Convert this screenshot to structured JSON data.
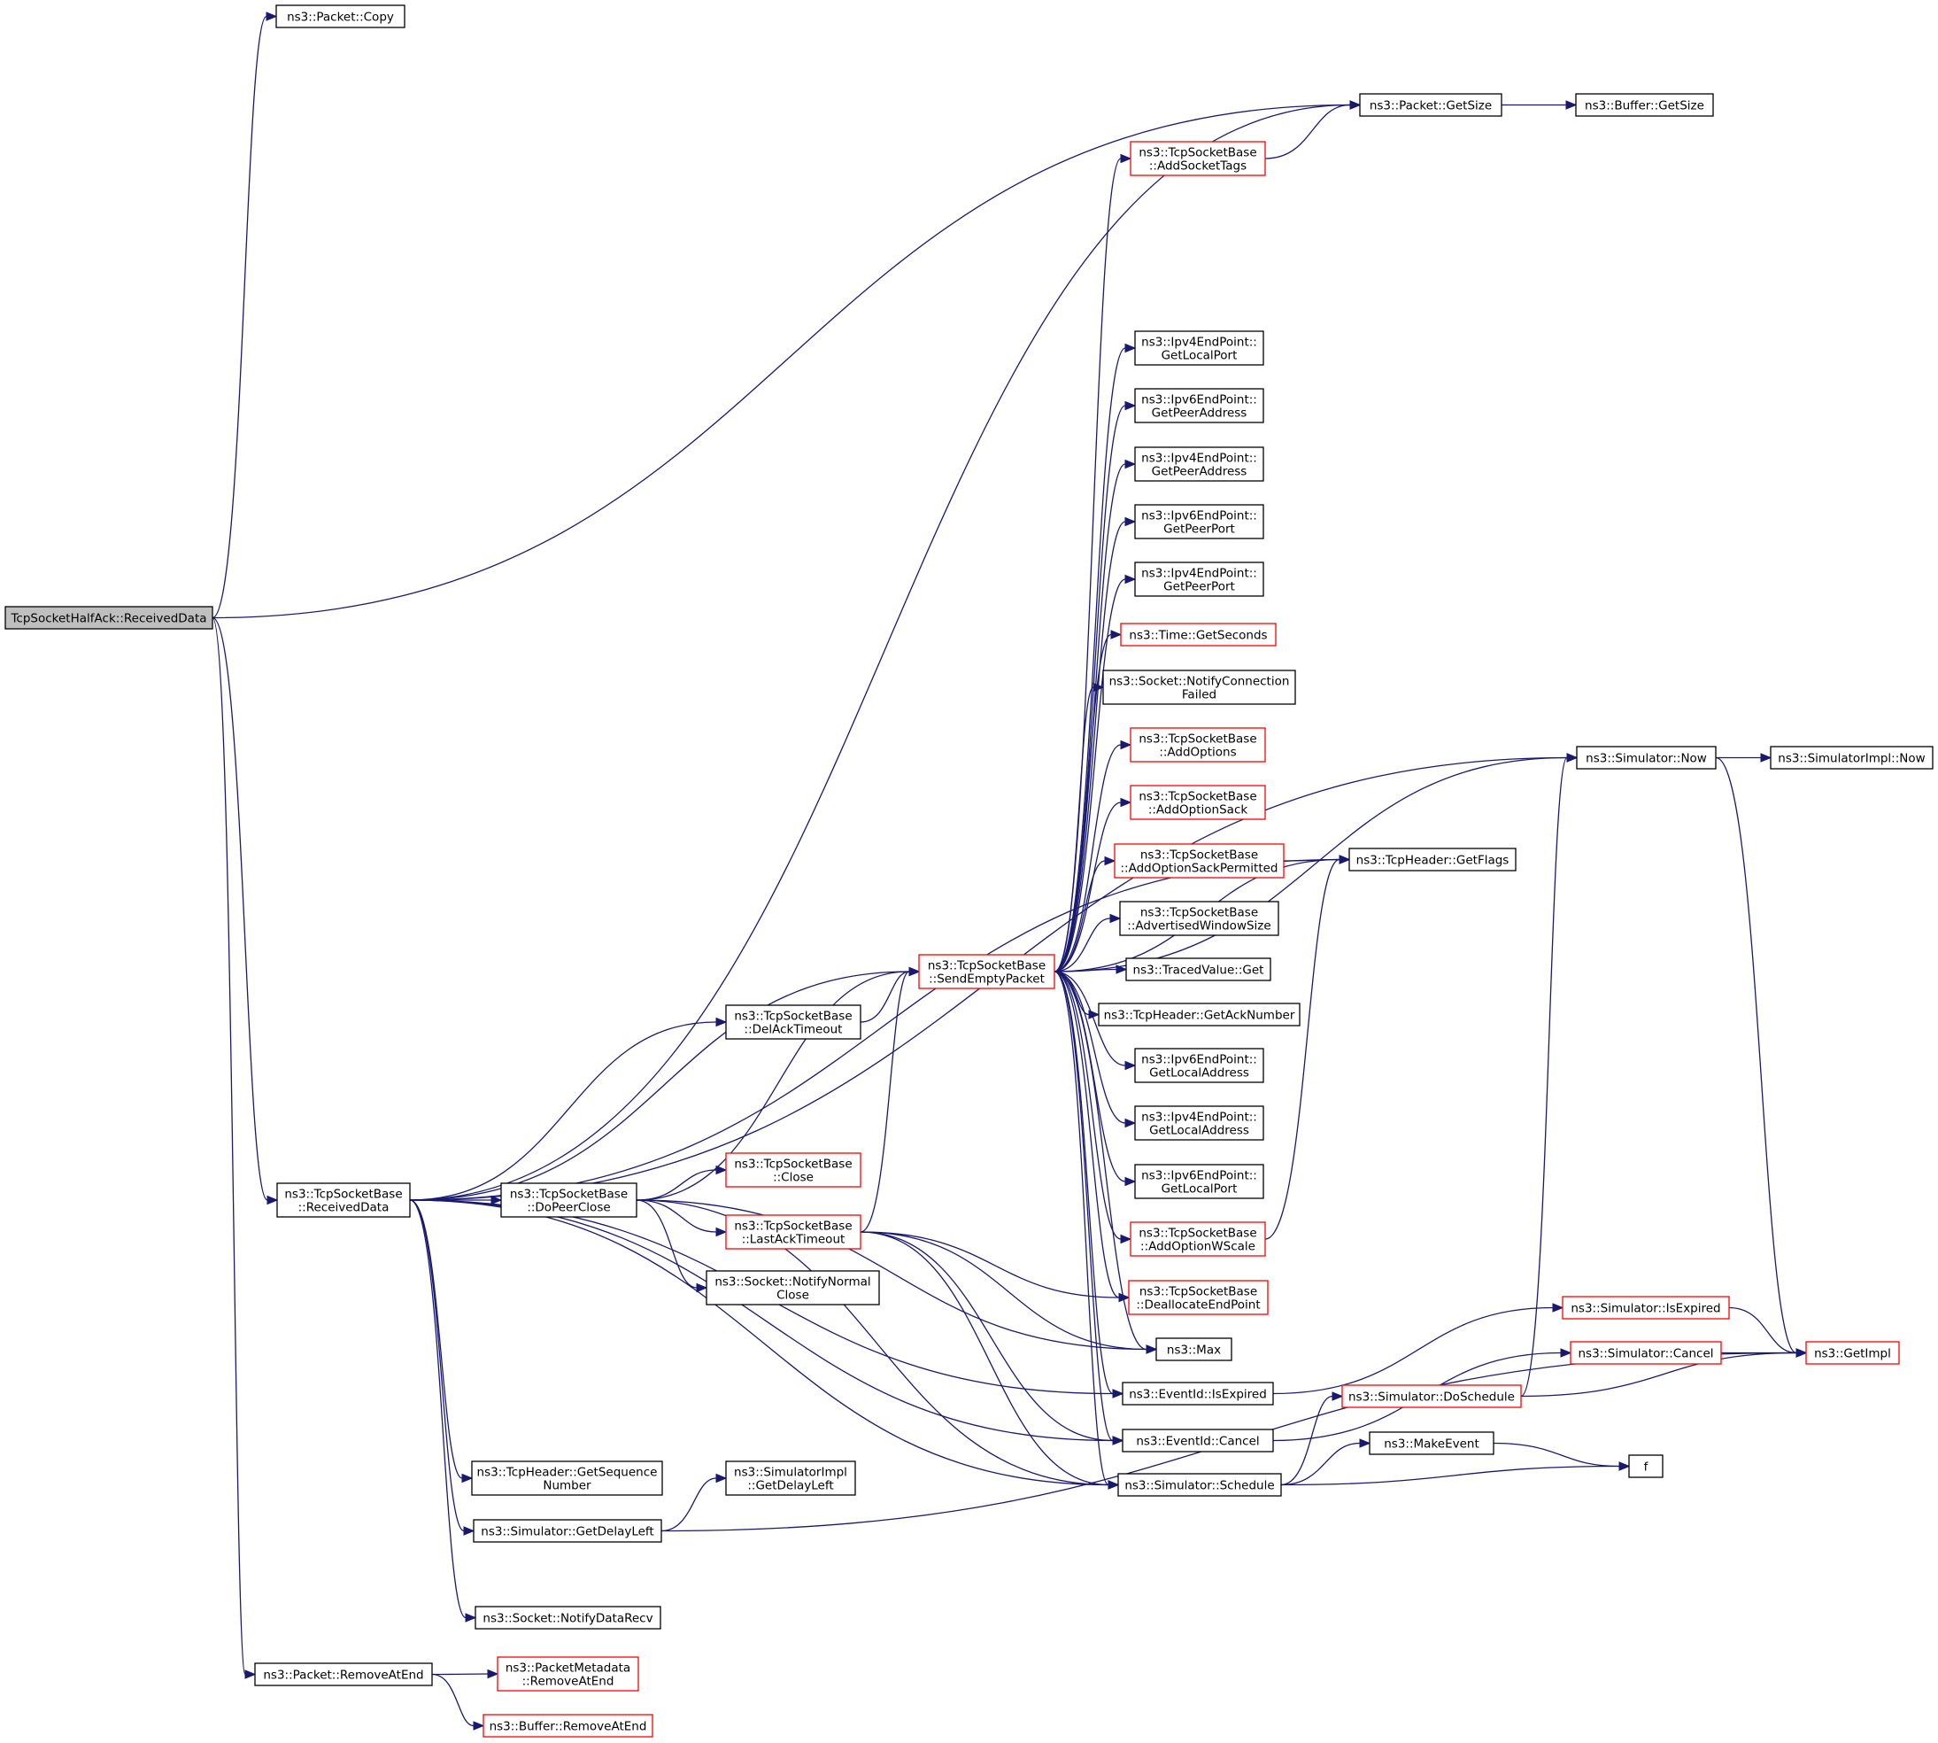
{
  "diagram": {
    "type": "call-graph",
    "colors": {
      "edge": "#191970",
      "root_fill": "#bfbfbf",
      "node_border_normal": "#000000",
      "node_border_truncated": "#ff0000",
      "node_fill": "#ffffff"
    },
    "nodes": [
      {
        "id": "root",
        "lines": [
          "TcpSocketHalfAck::ReceivedData"
        ],
        "style": "root"
      },
      {
        "id": "pkt_copy",
        "lines": [
          "ns3::Packet::Copy"
        ],
        "style": "normal"
      },
      {
        "id": "pkt_getsize",
        "lines": [
          "ns3::Packet::GetSize"
        ],
        "style": "normal"
      },
      {
        "id": "buf_getsize",
        "lines": [
          "ns3::Buffer::GetSize"
        ],
        "style": "normal"
      },
      {
        "id": "addsockettags",
        "lines": [
          "ns3::TcpSocketBase",
          "::AddSocketTags"
        ],
        "style": "red"
      },
      {
        "id": "ipv4_getlocalport",
        "lines": [
          "ns3::Ipv4EndPoint::",
          "GetLocalPort"
        ],
        "style": "normal"
      },
      {
        "id": "ipv6_getpeeraddress",
        "lines": [
          "ns3::Ipv6EndPoint::",
          "GetPeerAddress"
        ],
        "style": "normal"
      },
      {
        "id": "ipv4_getpeeraddress",
        "lines": [
          "ns3::Ipv4EndPoint::",
          "GetPeerAddress"
        ],
        "style": "normal"
      },
      {
        "id": "ipv6_getpeerport",
        "lines": [
          "ns3::Ipv6EndPoint::",
          "GetPeerPort"
        ],
        "style": "normal"
      },
      {
        "id": "ipv4_getpeerport",
        "lines": [
          "ns3::Ipv4EndPoint::",
          "GetPeerPort"
        ],
        "style": "normal"
      },
      {
        "id": "time_getseconds",
        "lines": [
          "ns3::Time::GetSeconds"
        ],
        "style": "red"
      },
      {
        "id": "notifyconnfailed",
        "lines": [
          "ns3::Socket::NotifyConnection",
          "Failed"
        ],
        "style": "normal"
      },
      {
        "id": "addoptions",
        "lines": [
          "ns3::TcpSocketBase",
          "::AddOptions"
        ],
        "style": "red"
      },
      {
        "id": "addoptionsack",
        "lines": [
          "ns3::TcpSocketBase",
          "::AddOptionSack"
        ],
        "style": "red"
      },
      {
        "id": "addoptionsackperm",
        "lines": [
          "ns3::TcpSocketBase",
          "::AddOptionSackPermitted"
        ],
        "style": "red"
      },
      {
        "id": "advwindowsize",
        "lines": [
          "ns3::TcpSocketBase",
          "::AdvertisedWindowSize"
        ],
        "style": "normal"
      },
      {
        "id": "sendemptypacket",
        "lines": [
          "ns3::TcpSocketBase",
          "::SendEmptyPacket"
        ],
        "style": "red"
      },
      {
        "id": "tracedvalue_get",
        "lines": [
          "ns3::TracedValue::Get"
        ],
        "style": "normal"
      },
      {
        "id": "getacknumber",
        "lines": [
          "ns3::TcpHeader::GetAckNumber"
        ],
        "style": "normal"
      },
      {
        "id": "ipv6_getlocaladdress",
        "lines": [
          "ns3::Ipv6EndPoint::",
          "GetLocalAddress"
        ],
        "style": "normal"
      },
      {
        "id": "ipv4_getlocaladdress",
        "lines": [
          "ns3::Ipv4EndPoint::",
          "GetLocalAddress"
        ],
        "style": "normal"
      },
      {
        "id": "ipv6_getlocalport",
        "lines": [
          "ns3::Ipv6EndPoint::",
          "GetLocalPort"
        ],
        "style": "normal"
      },
      {
        "id": "addoptionwscale",
        "lines": [
          "ns3::TcpSocketBase",
          "::AddOptionWScale"
        ],
        "style": "red"
      },
      {
        "id": "deallocateendpoint",
        "lines": [
          "ns3::TcpSocketBase",
          "::DeallocateEndPoint"
        ],
        "style": "red"
      },
      {
        "id": "max",
        "lines": [
          "ns3::Max"
        ],
        "style": "normal"
      },
      {
        "id": "eventid_isexpired",
        "lines": [
          "ns3::EventId::IsExpired"
        ],
        "style": "normal"
      },
      {
        "id": "eventid_cancel",
        "lines": [
          "ns3::EventId::Cancel"
        ],
        "style": "normal"
      },
      {
        "id": "sim_schedule",
        "lines": [
          "ns3::Simulator::Schedule"
        ],
        "style": "normal"
      },
      {
        "id": "sim_now",
        "lines": [
          "ns3::Simulator::Now"
        ],
        "style": "normal"
      },
      {
        "id": "simimpl_now",
        "lines": [
          "ns3::SimulatorImpl::Now"
        ],
        "style": "normal"
      },
      {
        "id": "getflags",
        "lines": [
          "ns3::TcpHeader::GetFlags"
        ],
        "style": "normal"
      },
      {
        "id": "sim_isexpired",
        "lines": [
          "ns3::Simulator::IsExpired"
        ],
        "style": "red"
      },
      {
        "id": "sim_cancel",
        "lines": [
          "ns3::Simulator::Cancel"
        ],
        "style": "red"
      },
      {
        "id": "getimpl",
        "lines": [
          "ns3::GetImpl"
        ],
        "style": "red"
      },
      {
        "id": "sim_doschedule",
        "lines": [
          "ns3::Simulator::DoSchedule"
        ],
        "style": "red"
      },
      {
        "id": "makeevent",
        "lines": [
          "ns3::MakeEvent"
        ],
        "style": "normal"
      },
      {
        "id": "f",
        "lines": [
          "f"
        ],
        "style": "normal"
      },
      {
        "id": "receiveddata",
        "lines": [
          "ns3::TcpSocketBase",
          "::ReceivedData"
        ],
        "style": "normal"
      },
      {
        "id": "delacktimeout",
        "lines": [
          "ns3::TcpSocketBase",
          "::DelAckTimeout"
        ],
        "style": "normal"
      },
      {
        "id": "dopeerclose",
        "lines": [
          "ns3::TcpSocketBase",
          "::DoPeerClose"
        ],
        "style": "normal"
      },
      {
        "id": "close",
        "lines": [
          "ns3::TcpSocketBase",
          "::Close"
        ],
        "style": "red"
      },
      {
        "id": "lastacktimeout",
        "lines": [
          "ns3::TcpSocketBase",
          "::LastAckTimeout"
        ],
        "style": "red"
      },
      {
        "id": "notifynormalclose",
        "lines": [
          "ns3::Socket::NotifyNormal",
          "Close"
        ],
        "style": "normal"
      },
      {
        "id": "getsequencenumber",
        "lines": [
          "ns3::TcpHeader::GetSequence",
          "Number"
        ],
        "style": "normal"
      },
      {
        "id": "simimpl_getdelayleft",
        "lines": [
          "ns3::SimulatorImpl",
          "::GetDelayLeft"
        ],
        "style": "normal"
      },
      {
        "id": "sim_getdelayleft",
        "lines": [
          "ns3::Simulator::GetDelayLeft"
        ],
        "style": "normal"
      },
      {
        "id": "notifydatarecv",
        "lines": [
          "ns3::Socket::NotifyDataRecv"
        ],
        "style": "normal"
      },
      {
        "id": "pkt_removeatend",
        "lines": [
          "ns3::Packet::RemoveAtEnd"
        ],
        "style": "normal"
      },
      {
        "id": "pktmeta_removeatend",
        "lines": [
          "ns3::PacketMetadata",
          "::RemoveAtEnd"
        ],
        "style": "red"
      },
      {
        "id": "buf_removeatend",
        "lines": [
          "ns3::Buffer::RemoveAtEnd"
        ],
        "style": "red"
      }
    ],
    "edges": [
      {
        "from": "root",
        "to": "pkt_copy"
      },
      {
        "from": "root",
        "to": "pkt_getsize"
      },
      {
        "from": "root",
        "to": "receiveddata"
      },
      {
        "from": "root",
        "to": "pkt_removeatend"
      },
      {
        "from": "pkt_getsize",
        "to": "buf_getsize"
      },
      {
        "from": "addsockettags",
        "to": "pkt_getsize"
      },
      {
        "from": "sim_now",
        "to": "simimpl_now"
      },
      {
        "from": "sim_now",
        "to": "getimpl"
      },
      {
        "from": "addoptionsackperm",
        "to": "getflags"
      },
      {
        "from": "addoptionwscale",
        "to": "getflags"
      },
      {
        "from": "sim_isexpired",
        "to": "getimpl"
      },
      {
        "from": "sim_cancel",
        "to": "getimpl"
      },
      {
        "from": "sim_doschedule",
        "to": "getimpl"
      },
      {
        "from": "sim_doschedule",
        "to": "sim_now"
      },
      {
        "from": "eventid_isexpired",
        "to": "sim_isexpired"
      },
      {
        "from": "eventid_cancel",
        "to": "sim_cancel"
      },
      {
        "from": "sim_schedule",
        "to": "sim_doschedule"
      },
      {
        "from": "sim_schedule",
        "to": "makeevent"
      },
      {
        "from": "sim_schedule",
        "to": "f"
      },
      {
        "from": "makeevent",
        "to": "f"
      },
      {
        "from": "sendemptypacket",
        "to": "addsockettags"
      },
      {
        "from": "sendemptypacket",
        "to": "sim_now"
      },
      {
        "from": "sendemptypacket",
        "to": "ipv4_getlocalport"
      },
      {
        "from": "sendemptypacket",
        "to": "ipv6_getpeeraddress"
      },
      {
        "from": "sendemptypacket",
        "to": "ipv4_getpeeraddress"
      },
      {
        "from": "sendemptypacket",
        "to": "ipv6_getpeerport"
      },
      {
        "from": "sendemptypacket",
        "to": "ipv4_getpeerport"
      },
      {
        "from": "sendemptypacket",
        "to": "time_getseconds"
      },
      {
        "from": "sendemptypacket",
        "to": "notifyconnfailed"
      },
      {
        "from": "sendemptypacket",
        "to": "addoptions"
      },
      {
        "from": "sendemptypacket",
        "to": "addoptionsack"
      },
      {
        "from": "sendemptypacket",
        "to": "addoptionsackperm"
      },
      {
        "from": "sendemptypacket",
        "to": "advwindowsize"
      },
      {
        "from": "sendemptypacket",
        "to": "tracedvalue_get"
      },
      {
        "from": "sendemptypacket",
        "to": "getacknumber"
      },
      {
        "from": "sendemptypacket",
        "to": "ipv6_getlocaladdress"
      },
      {
        "from": "sendemptypacket",
        "to": "ipv4_getlocaladdress"
      },
      {
        "from": "sendemptypacket",
        "to": "ipv6_getlocalport"
      },
      {
        "from": "sendemptypacket",
        "to": "addoptionwscale"
      },
      {
        "from": "sendemptypacket",
        "to": "deallocateendpoint"
      },
      {
        "from": "sendemptypacket",
        "to": "max"
      },
      {
        "from": "sendemptypacket",
        "to": "eventid_isexpired"
      },
      {
        "from": "sendemptypacket",
        "to": "eventid_cancel"
      },
      {
        "from": "sendemptypacket",
        "to": "sim_schedule"
      },
      {
        "from": "sendemptypacket",
        "to": "getflags"
      },
      {
        "from": "receiveddata",
        "to": "pkt_getsize"
      },
      {
        "from": "receiveddata",
        "to": "sim_now"
      },
      {
        "from": "receiveddata",
        "to": "getflags"
      },
      {
        "from": "receiveddata",
        "to": "sendemptypacket"
      },
      {
        "from": "receiveddata",
        "to": "delacktimeout"
      },
      {
        "from": "receiveddata",
        "to": "dopeerclose"
      },
      {
        "from": "receiveddata",
        "to": "eventid_isexpired"
      },
      {
        "from": "receiveddata",
        "to": "eventid_cancel"
      },
      {
        "from": "receiveddata",
        "to": "getsequencenumber"
      },
      {
        "from": "receiveddata",
        "to": "sim_getdelayleft"
      },
      {
        "from": "receiveddata",
        "to": "sim_schedule"
      },
      {
        "from": "receiveddata",
        "to": "notifydatarecv"
      },
      {
        "from": "delacktimeout",
        "to": "sendemptypacket"
      },
      {
        "from": "dopeerclose",
        "to": "sendemptypacket"
      },
      {
        "from": "dopeerclose",
        "to": "close"
      },
      {
        "from": "dopeerclose",
        "to": "lastacktimeout"
      },
      {
        "from": "dopeerclose",
        "to": "notifynormalclose"
      },
      {
        "from": "dopeerclose",
        "to": "max"
      },
      {
        "from": "dopeerclose",
        "to": "sim_schedule"
      },
      {
        "from": "lastacktimeout",
        "to": "sendemptypacket"
      },
      {
        "from": "lastacktimeout",
        "to": "deallocateendpoint"
      },
      {
        "from": "lastacktimeout",
        "to": "max"
      },
      {
        "from": "lastacktimeout",
        "to": "eventid_cancel"
      },
      {
        "from": "lastacktimeout",
        "to": "sim_schedule"
      },
      {
        "from": "sim_getdelayleft",
        "to": "simimpl_getdelayleft"
      },
      {
        "from": "sim_getdelayleft",
        "to": "getimpl"
      },
      {
        "from": "pkt_removeatend",
        "to": "pktmeta_removeatend"
      },
      {
        "from": "pkt_removeatend",
        "to": "buf_removeatend"
      }
    ]
  }
}
